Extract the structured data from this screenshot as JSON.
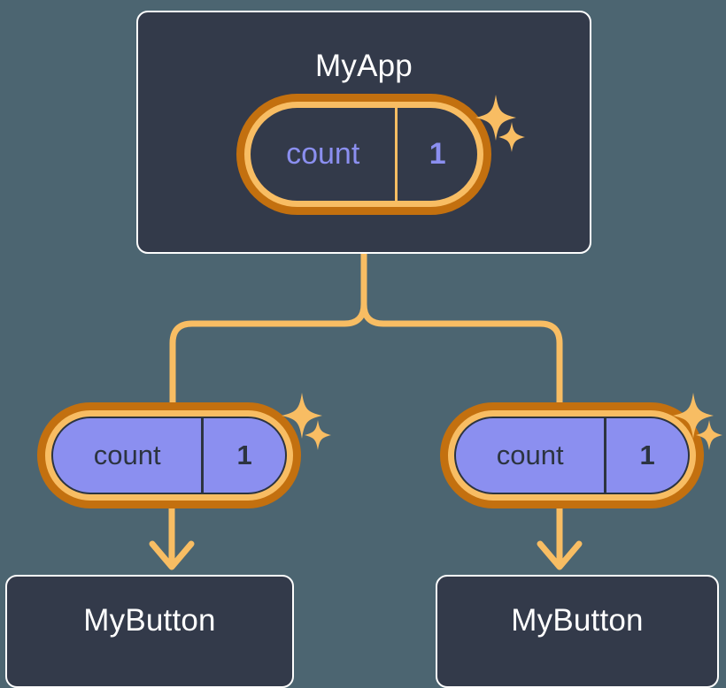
{
  "diagram": {
    "title": "MyApp component state propagation diagram",
    "background_color": "#4c6571"
  },
  "palette": {
    "background": "#4c6571",
    "box_fill": "#333a4a",
    "box_border": "#fdfdfd",
    "ring_outer": "#c3700f",
    "ring_inner": "#f8bd63",
    "state_fill": "#8b8ff0",
    "wire": "#f8bd63",
    "text_light": "#ffffff",
    "text_dark": "#2c3440",
    "accent_periwinkle": "#8b8ff0"
  },
  "root": {
    "name": "MyApp",
    "label": "MyApp",
    "state": {
      "key": "count",
      "value": "1"
    }
  },
  "children": [
    {
      "name": "MyButton-left",
      "label": "MyButton",
      "state": {
        "key": "count",
        "value": "1"
      }
    },
    {
      "name": "MyButton-right",
      "label": "MyButton",
      "state": {
        "key": "count",
        "value": "1"
      }
    }
  ],
  "icons": {
    "sparkle_large": "sparkle-4-point-large",
    "sparkle_small": "sparkle-4-point-small",
    "arrow": "arrow-down"
  }
}
